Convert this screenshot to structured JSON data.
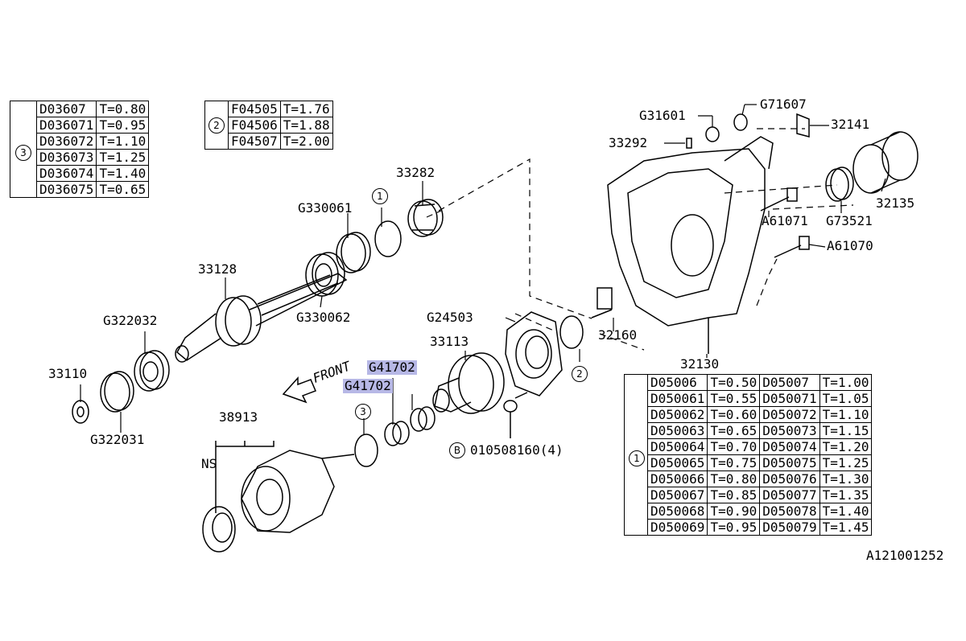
{
  "table3": {
    "ref": "3",
    "rows": [
      [
        "D03607",
        "T=0.80"
      ],
      [
        "D036071",
        "T=0.95"
      ],
      [
        "D036072",
        "T=1.10"
      ],
      [
        "D036073",
        "T=1.25"
      ],
      [
        "D036074",
        "T=1.40"
      ],
      [
        "D036075",
        "T=0.65"
      ]
    ]
  },
  "table2": {
    "ref": "2",
    "rows": [
      [
        "F04505",
        "T=1.76"
      ],
      [
        "F04506",
        "T=1.88"
      ],
      [
        "F04507",
        "T=2.00"
      ]
    ]
  },
  "table1": {
    "ref": "1",
    "rows": [
      [
        "D05006",
        "T=0.50",
        "D05007",
        "T=1.00"
      ],
      [
        "D050061",
        "T=0.55",
        "D050071",
        "T=1.05"
      ],
      [
        "D050062",
        "T=0.60",
        "D050072",
        "T=1.10"
      ],
      [
        "D050063",
        "T=0.65",
        "D050073",
        "T=1.15"
      ],
      [
        "D050064",
        "T=0.70",
        "D050074",
        "T=1.20"
      ],
      [
        "D050065",
        "T=0.75",
        "D050075",
        "T=1.25"
      ],
      [
        "D050066",
        "T=0.80",
        "D050076",
        "T=1.30"
      ],
      [
        "D050067",
        "T=0.85",
        "D050077",
        "T=1.35"
      ],
      [
        "D050068",
        "T=0.90",
        "D050078",
        "T=1.40"
      ],
      [
        "D050069",
        "T=0.95",
        "D050079",
        "T=1.45"
      ]
    ]
  },
  "labels": {
    "p33282": "33282",
    "p1_top": "1",
    "pG330061": "G330061",
    "p33128": "33128",
    "pG330062": "G330062",
    "pG322032": "G322032",
    "p33110": "33110",
    "pG322031": "G322031",
    "front": "FRONT",
    "pG41702a": "G41702",
    "pG41702b": "G41702",
    "p3_mid": "3",
    "p38913": "38913",
    "ns": "NS",
    "pG24503": "G24503",
    "p33113": "33113",
    "p2_mid": "2",
    "pB": "B",
    "bolt": "010508160(4)",
    "p32160": "32160",
    "p32130": "32130",
    "pG31601": "G31601",
    "pG71607": "G71607",
    "p32141": "32141",
    "p33292": "33292",
    "p32135": "32135",
    "pA61071": "A61071",
    "pG73521": "G73521",
    "pA61070": "A61070",
    "code": "A121001252"
  },
  "colors": {
    "highlight": "#b7b8e6",
    "line": "#000000"
  }
}
